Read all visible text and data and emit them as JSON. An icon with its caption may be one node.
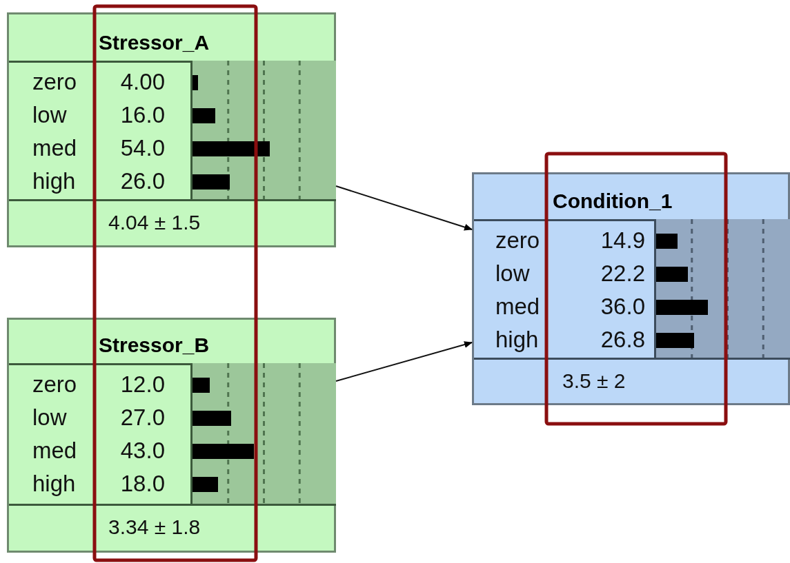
{
  "diagram": {
    "nodes": [
      {
        "text": [
          "Stressor_A",
          "zero",
          "4.00",
          "low",
          "16.0",
          "med",
          "54.0",
          "high",
          "26.0",
          "4.04 ± 1.5"
        ]
      },
      {
        "text": [
          "Stressor_B",
          "zero",
          "12.0",
          "low",
          "27.0",
          "med",
          "43.0",
          "high",
          "18.0",
          "3.34 ± 1.8"
        ]
      },
      {
        "text": [
          "Condition_1",
          "zero",
          "14.9",
          "low",
          "22.2",
          "med",
          "36.0",
          "high",
          "26.8",
          "3.5 ± 2"
        ]
      }
    ],
    "edges": [
      {
        "from": 0,
        "to": 2,
        "arrow": "to"
      },
      {
        "from": 1,
        "to": 2,
        "arrow": "to"
      }
    ]
  }
}
